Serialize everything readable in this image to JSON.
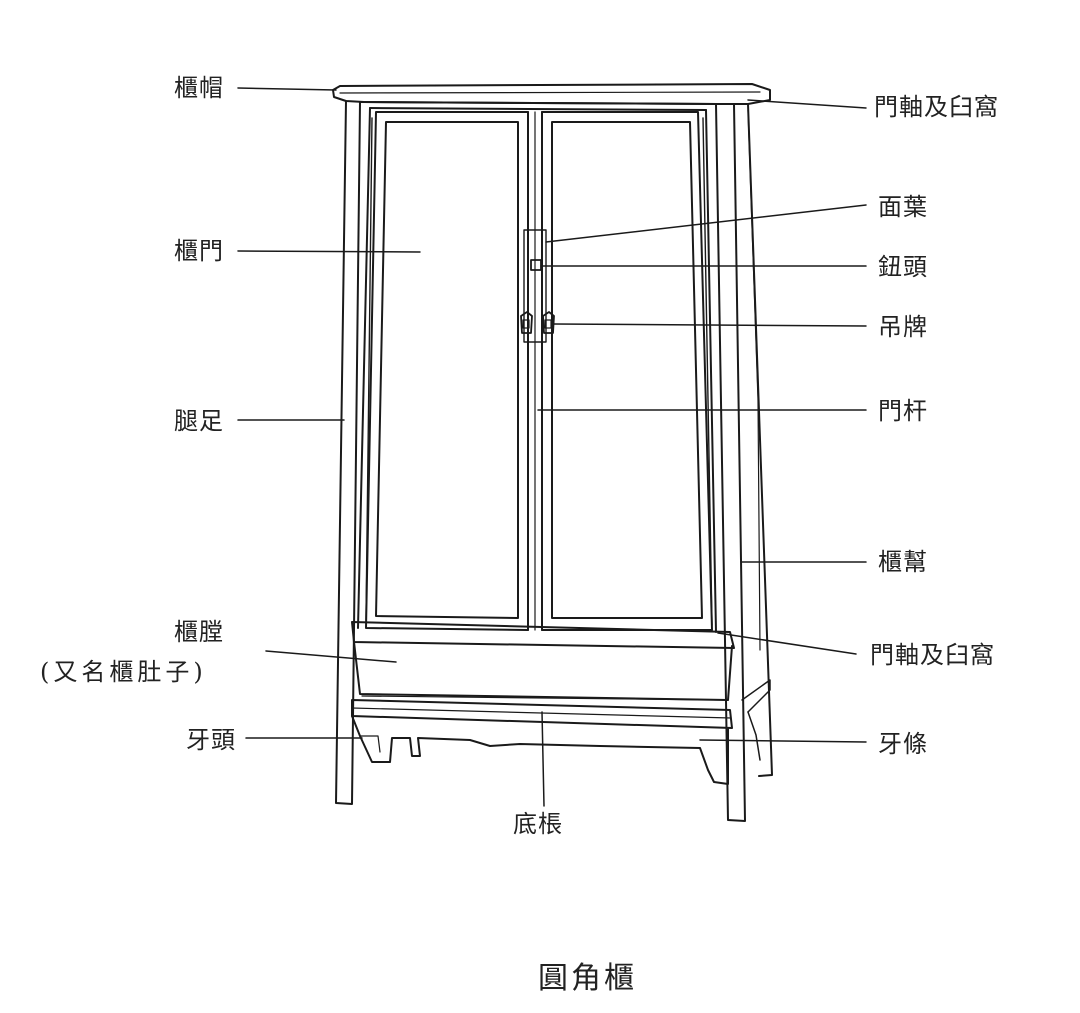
{
  "diagram": {
    "caption": "圓角櫃",
    "labels": {
      "gui_mao": "櫃帽",
      "gui_men": "櫃門",
      "tui_zu": "腿足",
      "gui_tang": "櫃膛",
      "gui_tang_alias": "(又名櫃肚子)",
      "ya_tou": "牙頭",
      "di_zhang": "底棖",
      "men_zhou_top": "門軸及臼窩",
      "mian_ye": "面葉",
      "niu_tou": "鈕頭",
      "diao_pai": "吊牌",
      "men_gan": "門杆",
      "gui_bang": "櫃幫",
      "men_zhou_bottom": "門軸及臼窩",
      "ya_tiao": "牙條"
    }
  }
}
